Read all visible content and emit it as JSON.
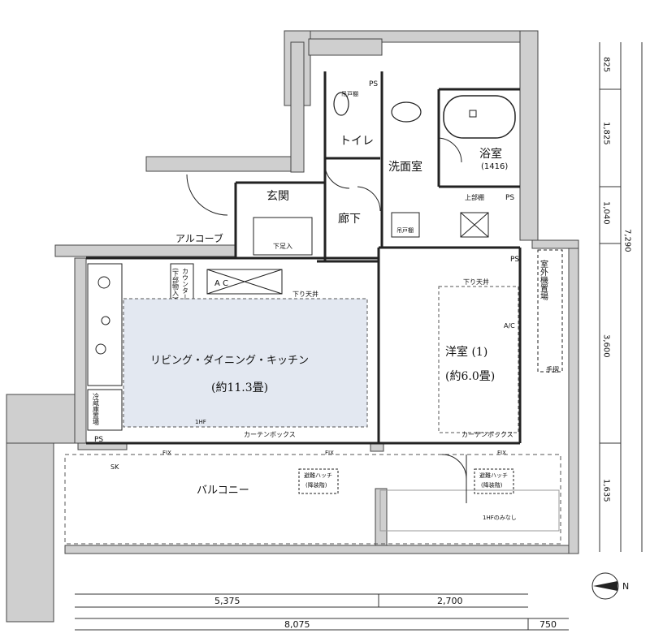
{
  "rooms": {
    "toilet": "トイレ",
    "washroom": "洗面室",
    "bath": "浴室",
    "bath_size": "(1416)",
    "entrance": "玄関",
    "hall": "廊下",
    "alcove": "アルコーブ",
    "ldk": "リビング・ダイニング・キッチン",
    "ldk_size": "(約11.3畳)",
    "western": "洋室 (1)",
    "western_size": "(約6.0畳)",
    "balcony": "バルコニー",
    "outdoor_unit": "室外機置場"
  },
  "labels": {
    "ps": "PS",
    "ps2": "PS",
    "ps3": "PS",
    "ps4": "PS",
    "upper_cab": "上部棚",
    "ac_box": "A    C",
    "sagari_ldk": "下り天井",
    "sagari_room": "下り天井",
    "counter": "カウンター",
    "counter_sub": "(下部物入)",
    "fridge": "冷蔵庫置場",
    "curtain1": "カーテンボックス",
    "curtain2": "カーテンボックス",
    "hatch1": "避難ハッチ",
    "hatch1_sub": "(降装階)",
    "hatch2": "避難ハッチ",
    "hatch2_sub": "(降装階)",
    "only_1f": "1HFのみなし",
    "handrail": "手摺",
    "shoebox": "下足入",
    "fix1": "FIX",
    "fix2": "FIX",
    "fix3": "FIX",
    "hf": "1HF",
    "sk": "SK",
    "ac": "A/C",
    "north": "N",
    "toilet_cab": "吊戸棚",
    "wash_cab": "吊戸棚"
  },
  "dimensions": {
    "bottom_1": "5,375",
    "bottom_2": "2,700",
    "bottom_total": "8,075",
    "bottom_extra": "750",
    "right_1": "825",
    "right_2": "1,825",
    "right_3": "1,040",
    "right_total": "7,290",
    "right_4": "3,600",
    "right_5": "1,635"
  }
}
